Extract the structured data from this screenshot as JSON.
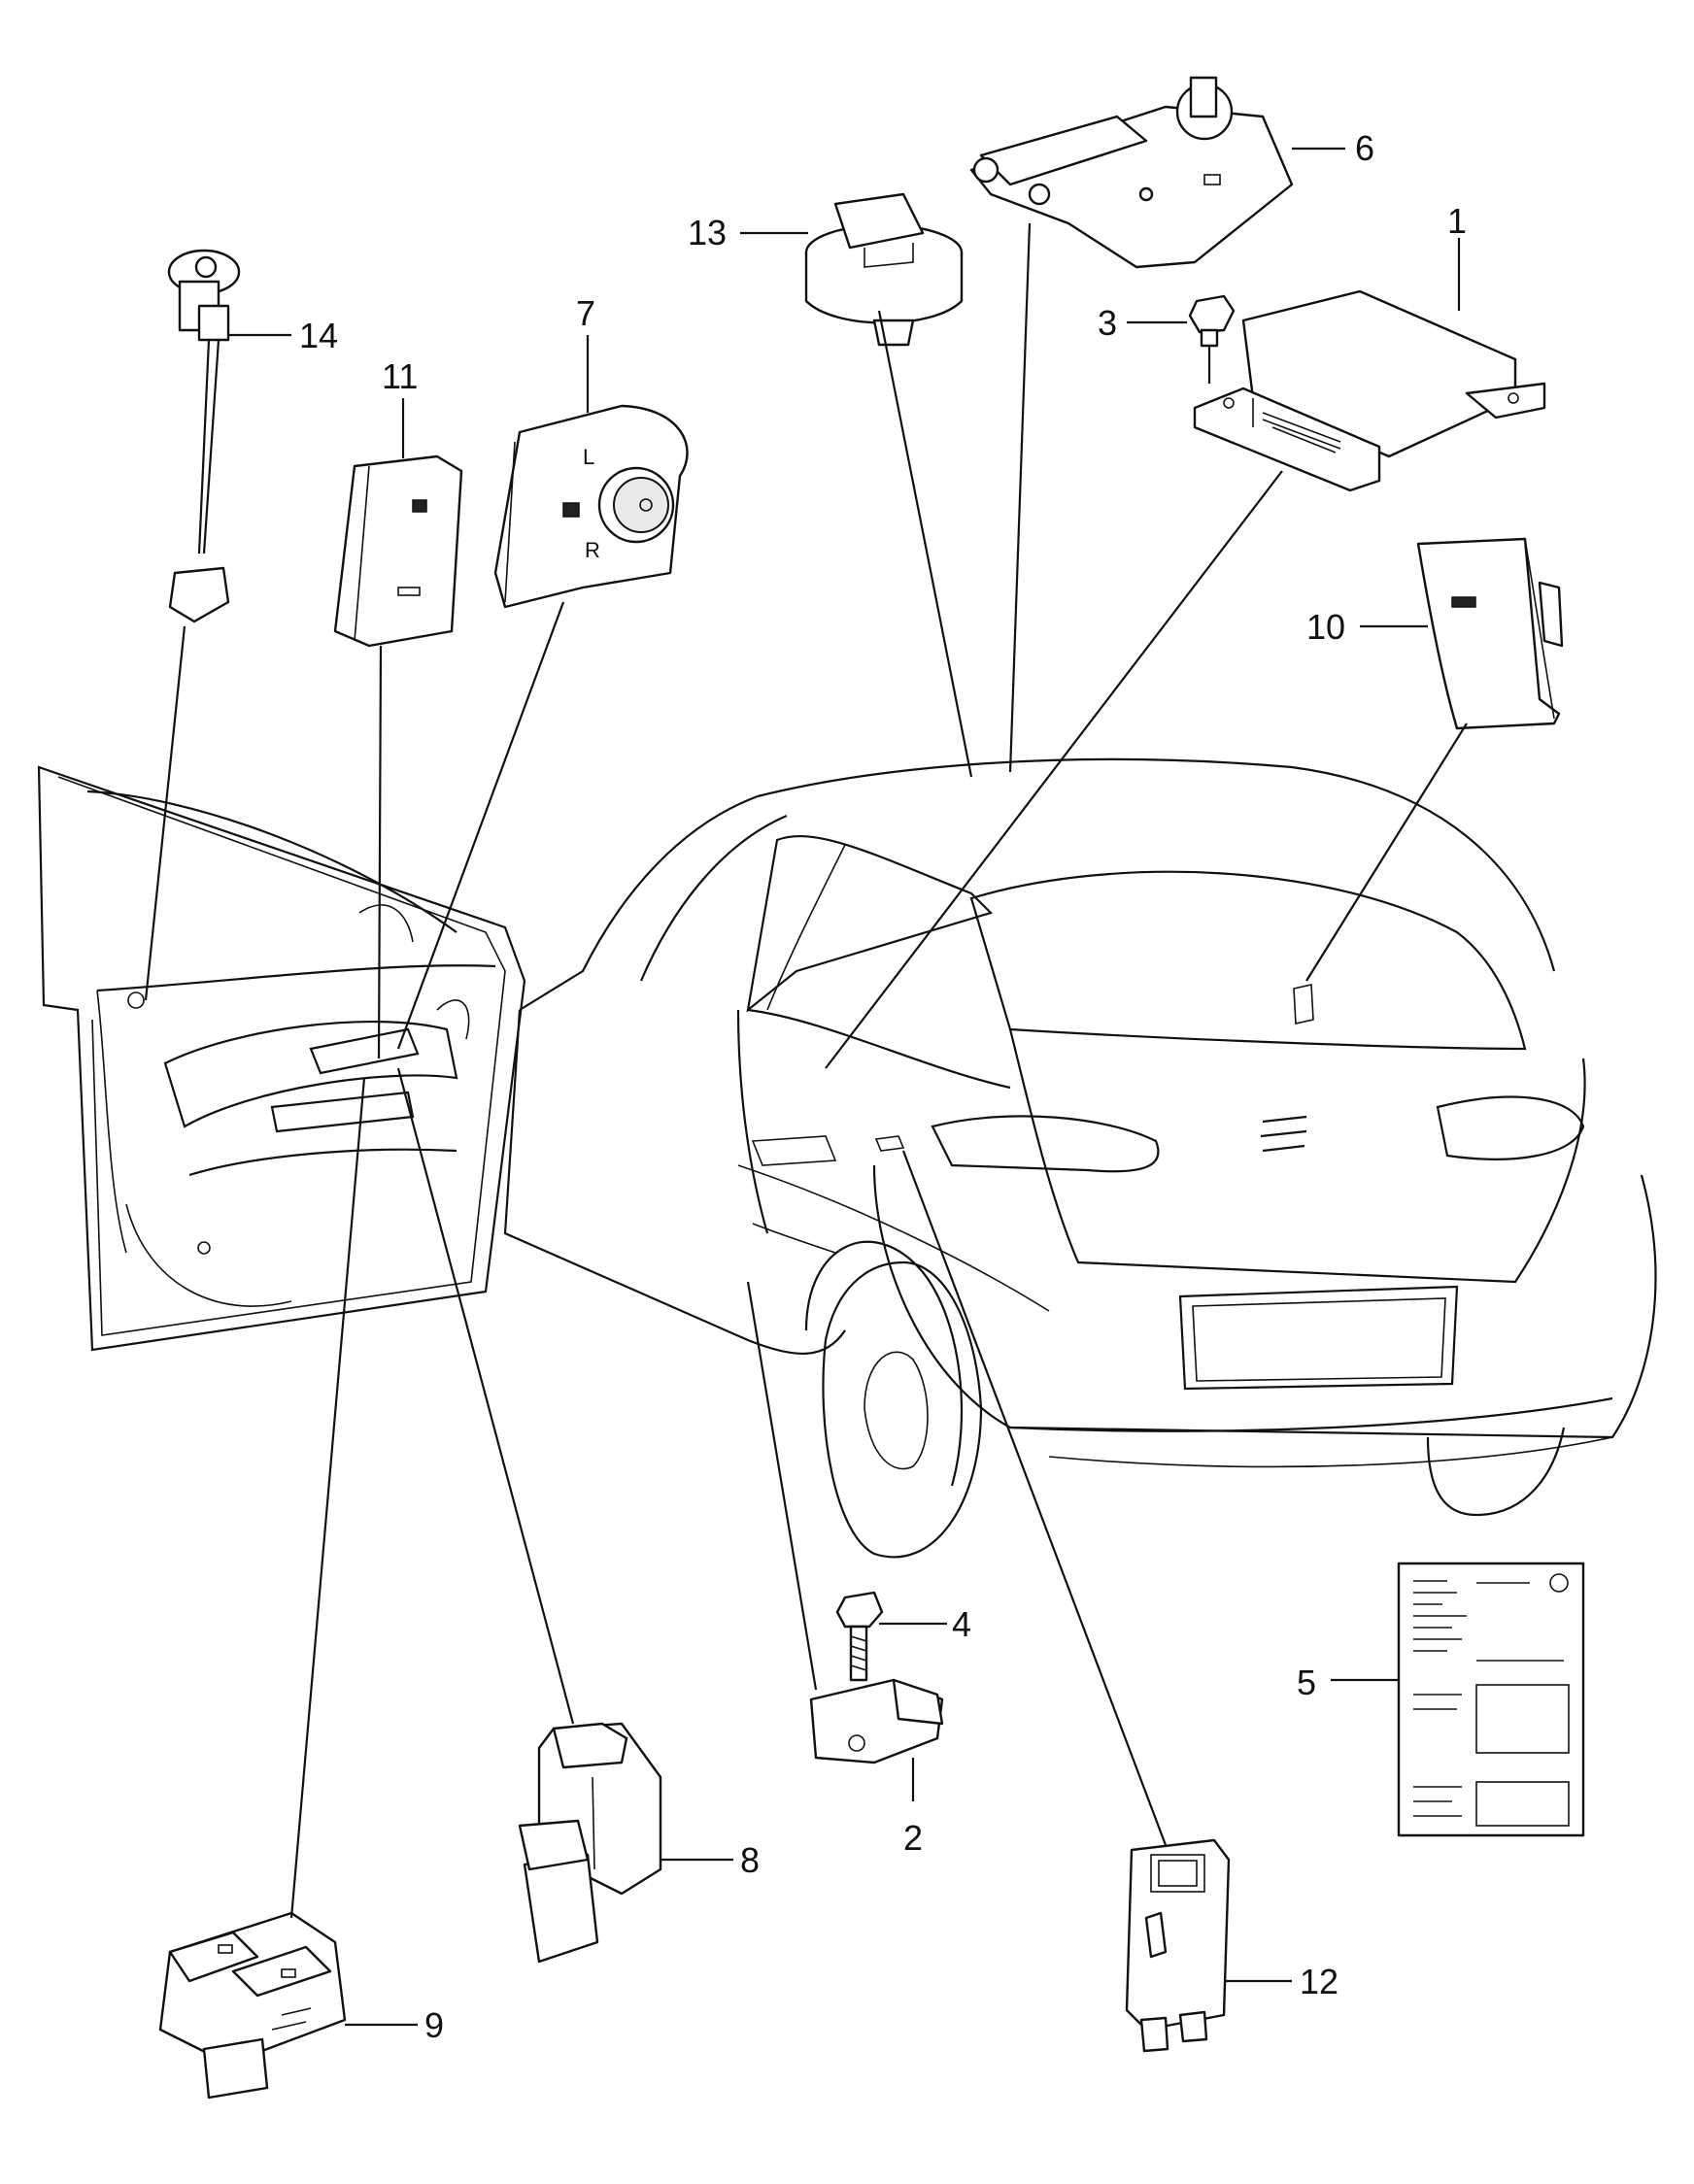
{
  "diagram": {
    "callouts": [
      {
        "id": "1",
        "label": "1"
      },
      {
        "id": "2",
        "label": "2"
      },
      {
        "id": "3",
        "label": "3"
      },
      {
        "id": "4",
        "label": "4"
      },
      {
        "id": "5",
        "label": "5"
      },
      {
        "id": "6",
        "label": "6"
      },
      {
        "id": "7",
        "label": "7"
      },
      {
        "id": "8",
        "label": "8"
      },
      {
        "id": "9",
        "label": "9"
      },
      {
        "id": "10",
        "label": "10"
      },
      {
        "id": "11",
        "label": "11"
      },
      {
        "id": "12",
        "label": "12"
      },
      {
        "id": "13",
        "label": "13"
      },
      {
        "id": "14",
        "label": "14"
      }
    ],
    "switch_markings": {
      "left": "L",
      "right": "R"
    }
  }
}
